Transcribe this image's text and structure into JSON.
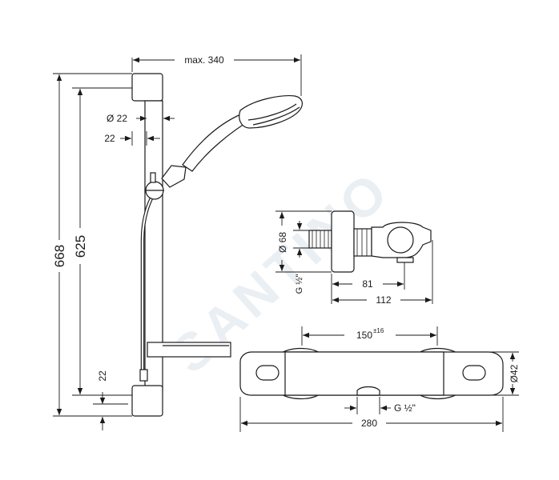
{
  "watermark": "SANTINO",
  "shower_set": {
    "width_label": "max. 340",
    "height_outer_label": "668",
    "height_inner_label": "625",
    "pipe_diameter_label": "Ø 22",
    "wall_offset_top_label": "22",
    "wall_offset_bottom_label": "22"
  },
  "connector": {
    "diameter_label": "Ø 68",
    "thread_label": "G ½\"",
    "depth_short_label": "81",
    "depth_long_label": "112"
  },
  "thermostat": {
    "spacing_label": "150",
    "tolerance_label": "±16",
    "diameter_label": "Ø42",
    "outlet_label": "G ½\"",
    "length_label": "280"
  },
  "colors": {
    "line": "#1a1a1a",
    "watermark": "#d9e2ec"
  }
}
